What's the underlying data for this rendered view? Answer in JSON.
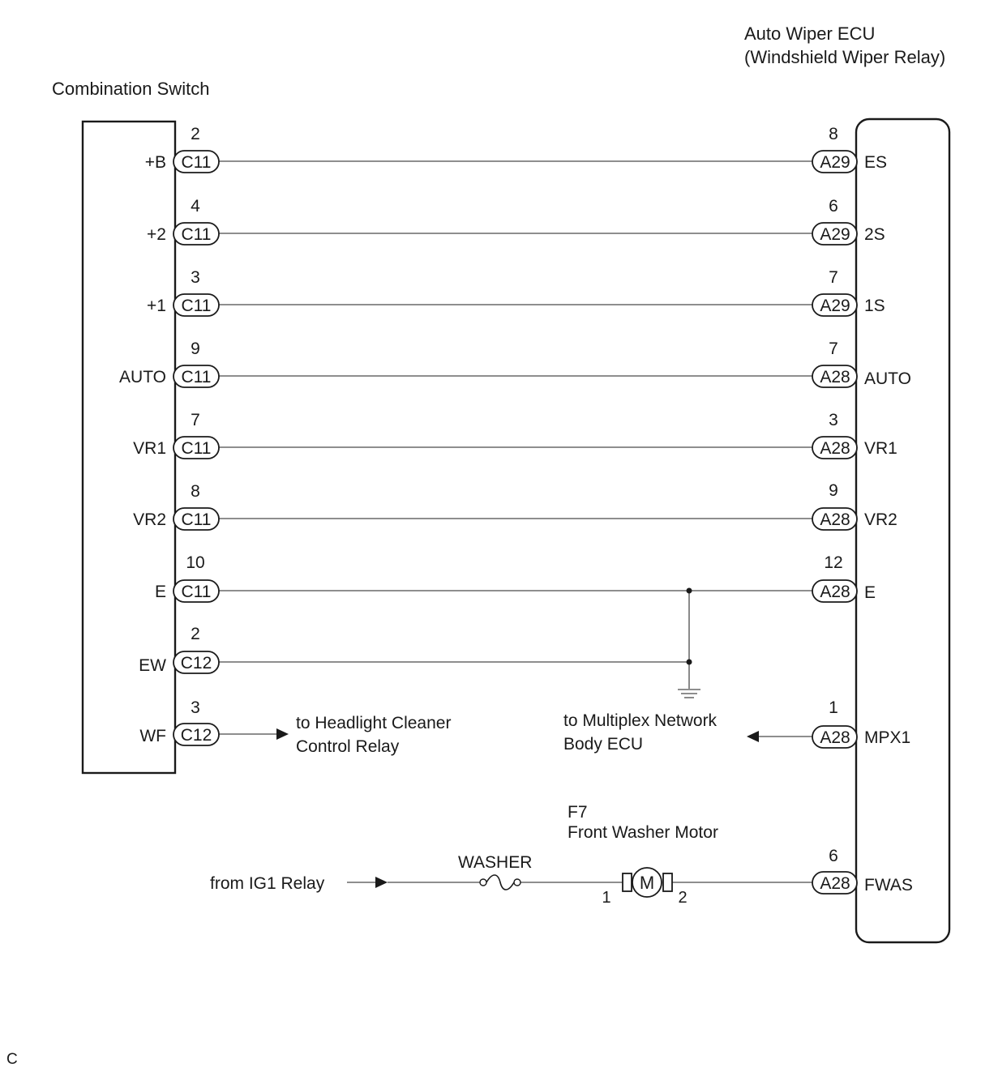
{
  "labels": {
    "left_component": "Combination Switch",
    "right_component_line1": "Auto Wiper ECU",
    "right_component_line2": "(Windshield Wiper Relay)",
    "headlight_line1": "to Headlight Cleaner",
    "headlight_line2": "Control Relay",
    "multiplex_line1": "to Multiplex Network",
    "multiplex_line2": "Body ECU",
    "motor_code": "F7",
    "motor_name": "Front Washer Motor",
    "motor_symbol": "M",
    "motor_pin_left": "1",
    "motor_pin_right": "2",
    "fuse_label": "WASHER",
    "ig1_source": "from IG1 Relay",
    "figure_code": "C"
  },
  "left_terminals": [
    {
      "name": "+B",
      "pin": "2",
      "connector": "C11"
    },
    {
      "name": "+2",
      "pin": "4",
      "connector": "C11"
    },
    {
      "name": "+1",
      "pin": "3",
      "connector": "C11"
    },
    {
      "name": "AUTO",
      "pin": "9",
      "connector": "C11"
    },
    {
      "name": "VR1",
      "pin": "7",
      "connector": "C11"
    },
    {
      "name": "VR2",
      "pin": "8",
      "connector": "C11"
    },
    {
      "name": "E",
      "pin": "10",
      "connector": "C11"
    },
    {
      "name": "EW",
      "pin": "2",
      "connector": "C12"
    },
    {
      "name": "WF",
      "pin": "3",
      "connector": "C12"
    }
  ],
  "right_terminals": [
    {
      "name": "ES",
      "pin": "8",
      "connector": "A29"
    },
    {
      "name": "2S",
      "pin": "6",
      "connector": "A29"
    },
    {
      "name": "1S",
      "pin": "7",
      "connector": "A29"
    },
    {
      "name": "AUTO",
      "pin": "7",
      "connector": "A28"
    },
    {
      "name": "VR1",
      "pin": "3",
      "connector": "A28"
    },
    {
      "name": "VR2",
      "pin": "9",
      "connector": "A28"
    },
    {
      "name": "E",
      "pin": "12",
      "connector": "A28"
    },
    {
      "name": "MPX1",
      "pin": "1",
      "connector": "A28"
    },
    {
      "name": "FWAS",
      "pin": "6",
      "connector": "A28"
    }
  ]
}
